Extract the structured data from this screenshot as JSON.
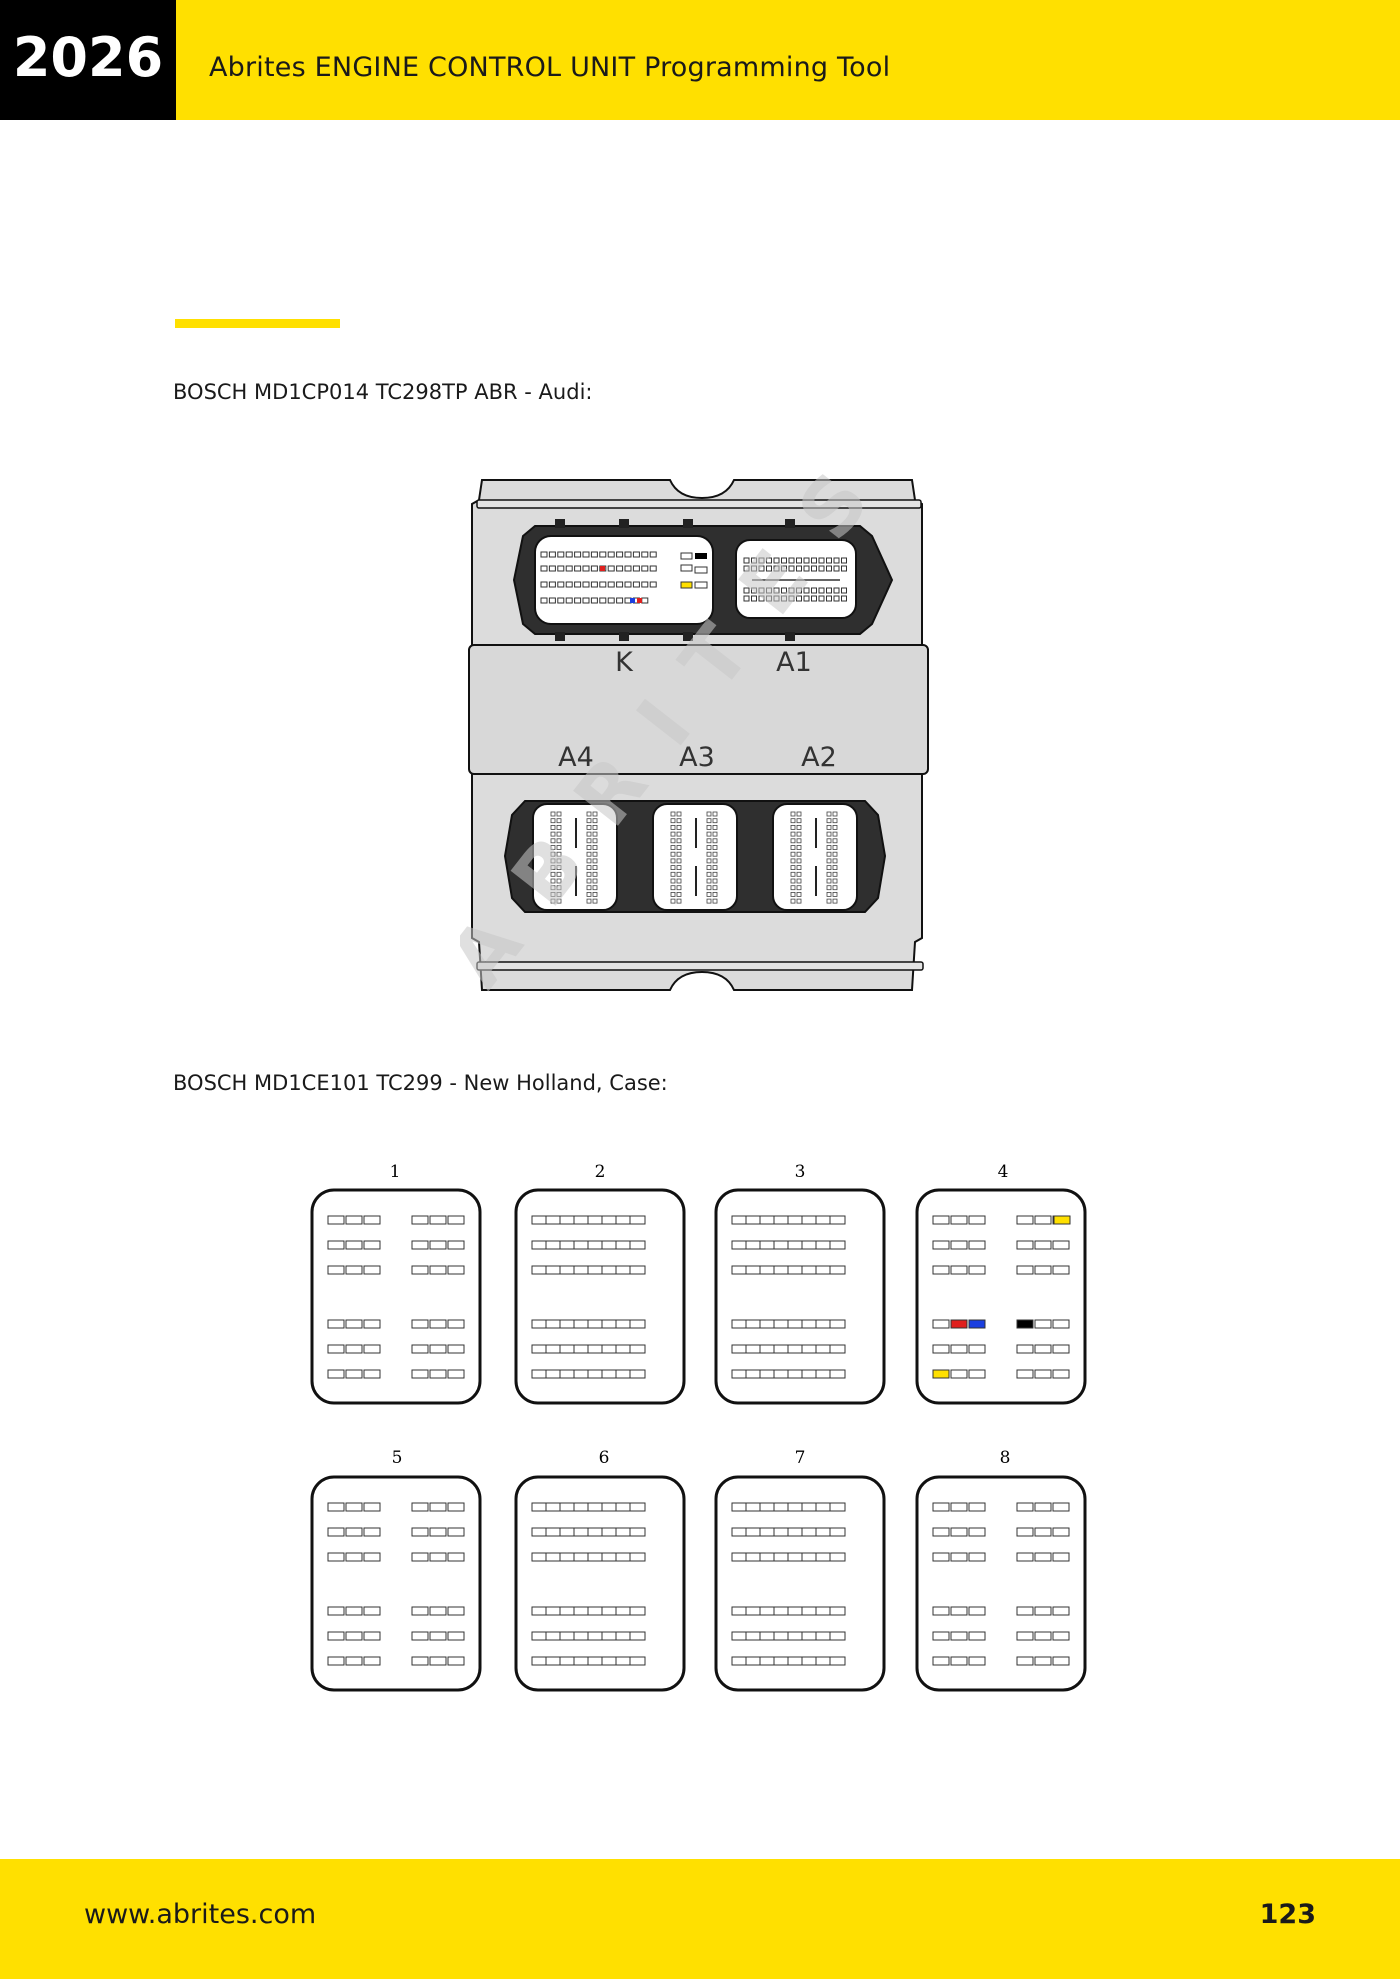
{
  "header": {
    "year": "2026",
    "title": "Abrites ENGINE CONTROL UNIT Programming Tool"
  },
  "sections": [
    {
      "caption": "BOSCH MD1CP014 TC298TP ABR - Audi:",
      "connector_labels": [
        "K",
        "A1",
        "A4",
        "A3",
        "A2"
      ],
      "watermark": "ABRITES"
    },
    {
      "caption": "BOSCH MD1CE101 TC299 - New Holland, Case:",
      "connector_labels": [
        "1",
        "2",
        "3",
        "4",
        "5",
        "6",
        "7",
        "8"
      ]
    }
  ],
  "colors": {
    "brand_yellow": "#FFE000",
    "pin_red": "#E0201E",
    "pin_blue": "#1B3FE0",
    "pin_black": "#000000",
    "pin_yellow": "#FFE000"
  },
  "footer": {
    "url": "www.abrites.com",
    "page_number": "123"
  }
}
